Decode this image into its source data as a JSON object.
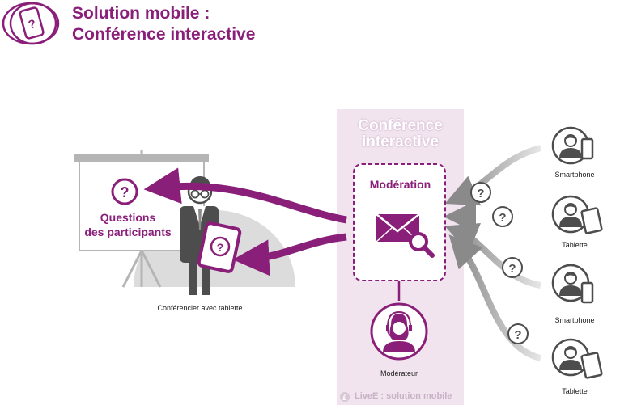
{
  "header": {
    "title_line1": "Solution mobile :",
    "title_line2": "Conférence interactive",
    "icon": "smartphone-question-icon"
  },
  "panel": {
    "title_line1": "Conférence",
    "title_line2": "interactive",
    "moderation_label": "Modération",
    "moderator_label": "Modérateur",
    "footer": "LiveE : solution mobile"
  },
  "speaker": {
    "screen_label_line1": "Questions",
    "screen_label_line2": "des participants",
    "caption": "Conférencier avec tablette"
  },
  "participants": [
    {
      "label": "Smartphone",
      "device": "smartphone-icon"
    },
    {
      "label": "Tablette",
      "device": "tablet-icon"
    },
    {
      "label": "Smartphone",
      "device": "smartphone-icon"
    },
    {
      "label": "Tablette",
      "device": "tablet-icon"
    }
  ],
  "colors": {
    "accent": "#8a1f7a",
    "panel_bg": "#f1e4ef",
    "gray_arrow": "#a6a6a6",
    "dark_gray": "#4d4d4d"
  }
}
